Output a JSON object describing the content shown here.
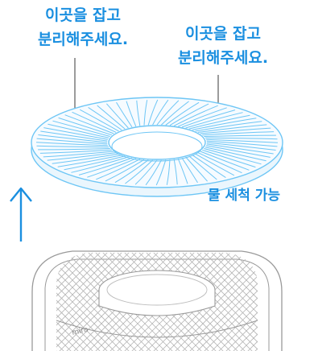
{
  "colors": {
    "accent": "#1a8fe0",
    "line": "#3a3a3a",
    "filter_stroke": "#6ec6f5",
    "filter_fill": "#eaf6fd",
    "device_line": "#9a9a9a",
    "mesh": "#b5b5b5"
  },
  "callouts": {
    "left": {
      "line1": "이곳을 잡고",
      "line2": "분리해주세요."
    },
    "right": {
      "line1": "이곳을 잡고",
      "line2": "분리해주세요."
    },
    "washable": "물 세척 가능"
  },
  "device": {
    "brand": "miro"
  },
  "icons": {
    "up_arrow": "up-arrow-icon"
  }
}
